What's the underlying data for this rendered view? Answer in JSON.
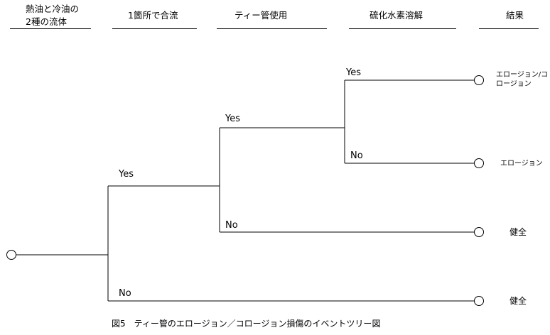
{
  "headers": {
    "col1_line1": "熱油と冷油の",
    "col1_line2": "2種の流体",
    "col2": "1箇所で合流",
    "col3": "ティー管使用",
    "col4": "硫化水素溶解",
    "col5": "結果"
  },
  "branches": {
    "b1_yes": "Yes",
    "b1_no": "No",
    "b2_yes": "Yes",
    "b2_no": "No",
    "b3_yes": "Yes",
    "b3_no": "No"
  },
  "outcomes": {
    "o1_line1": "エロージョン/コ",
    "o1_line2": "ロージョン",
    "o2": "エロージョン",
    "o3": "健全",
    "o4": "健全"
  },
  "caption": "図5　ティー管のエロージョン／コロージョン損傷のイベントツリー図"
}
